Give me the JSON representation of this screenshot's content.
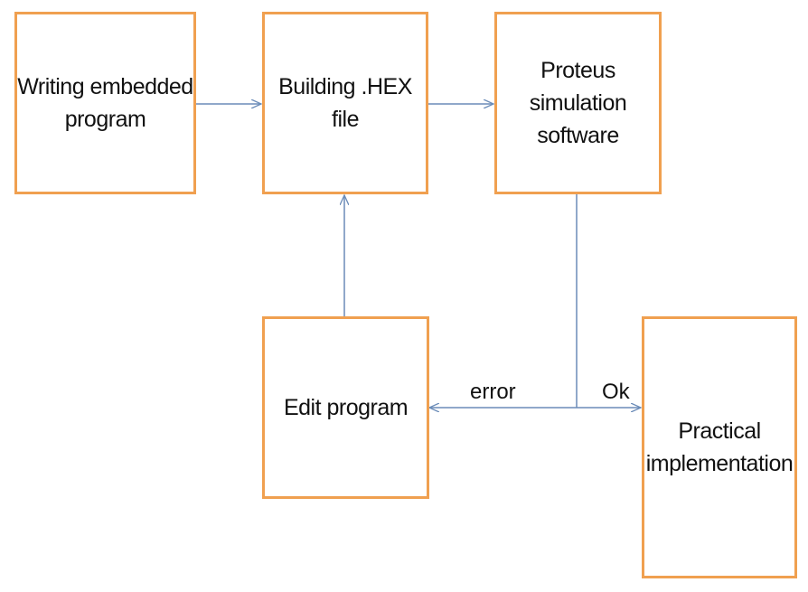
{
  "diagram": {
    "nodes": {
      "writing": {
        "label": "Writing embedded\nprogram"
      },
      "building": {
        "label": "Building .HEX file"
      },
      "proteus": {
        "label": "Proteus\nsimulation\nsoftware"
      },
      "edit": {
        "label": "Edit program"
      },
      "practical": {
        "label": "Practical\nimplementation"
      }
    },
    "edges": {
      "error": {
        "label": "error"
      },
      "ok": {
        "label": "Ok"
      }
    },
    "colors": {
      "box_border": "#f0a050",
      "arrow": "#6b8cb8"
    }
  }
}
